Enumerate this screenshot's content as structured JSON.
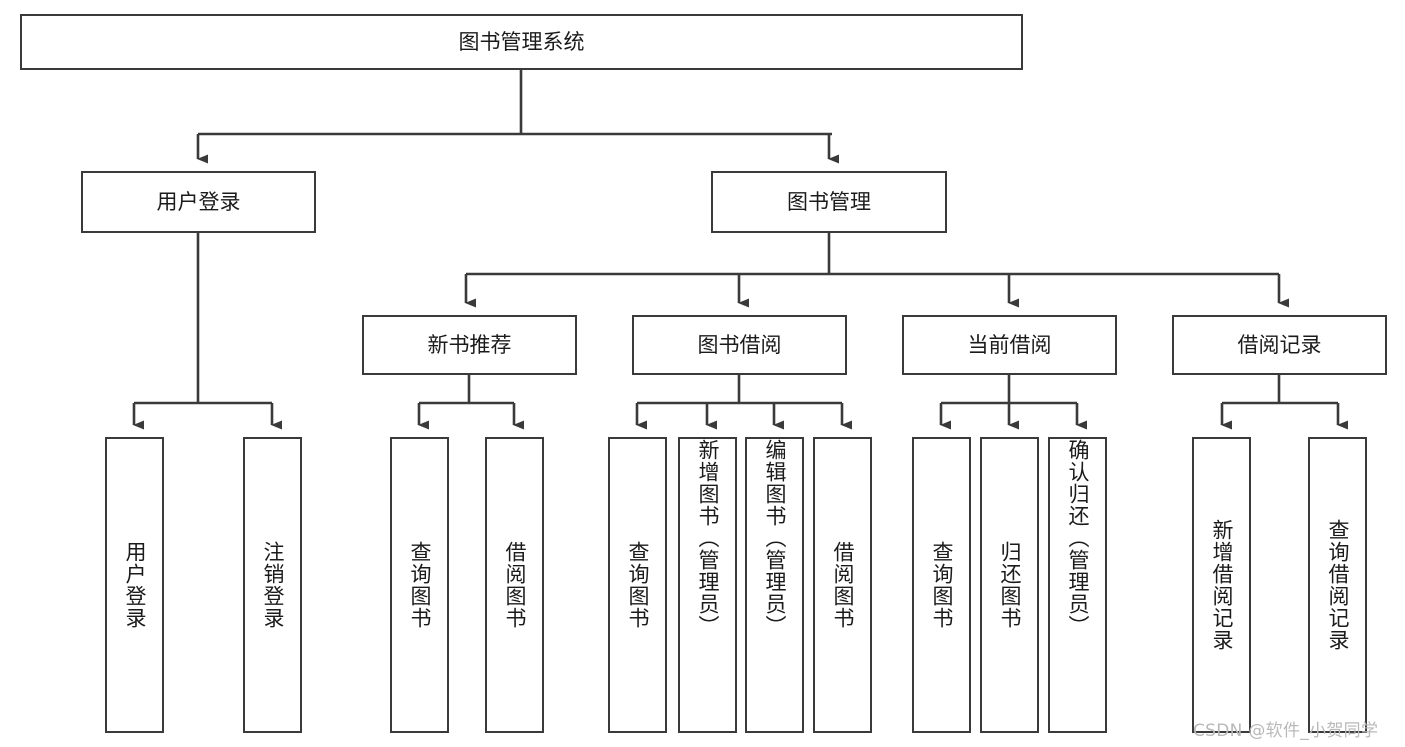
{
  "diagram": {
    "title": "图书管理系统",
    "type": "tree-hierarchy-chart",
    "root": {
      "label": "图书管理系统"
    },
    "level2": [
      {
        "label": "用户登录"
      },
      {
        "label": "图书管理"
      }
    ],
    "level3": [
      {
        "label": "新书推荐"
      },
      {
        "label": "图书借阅"
      },
      {
        "label": "当前借阅"
      },
      {
        "label": "借阅记录"
      }
    ],
    "leaves": [
      {
        "label": "用户登录",
        "parent": "用户登录"
      },
      {
        "label": "注销登录",
        "parent": "用户登录"
      },
      {
        "label": "查询图书",
        "parent": "新书推荐"
      },
      {
        "label": "借阅图书",
        "parent": "新书推荐"
      },
      {
        "label": "查询图书",
        "parent": "图书借阅"
      },
      {
        "label": "新增图书（管理员）",
        "parent": "图书借阅"
      },
      {
        "label": "编辑图书（管理员）",
        "parent": "图书借阅"
      },
      {
        "label": "借阅图书",
        "parent": "图书借阅"
      },
      {
        "label": "查询图书",
        "parent": "当前借阅"
      },
      {
        "label": "归还图书",
        "parent": "当前借阅"
      },
      {
        "label": "确认归还（管理员）",
        "parent": "当前借阅"
      },
      {
        "label": "新增借阅记录",
        "parent": "借阅记录"
      },
      {
        "label": "查询借阅记录",
        "parent": "借阅记录"
      }
    ]
  },
  "watermark": {
    "text": "CSDN @软件_小贺同学"
  },
  "colors": {
    "border": "#3a3a3a",
    "text": "#1b1b1b",
    "background": "#ffffff",
    "watermark": "#b9b9b9"
  }
}
